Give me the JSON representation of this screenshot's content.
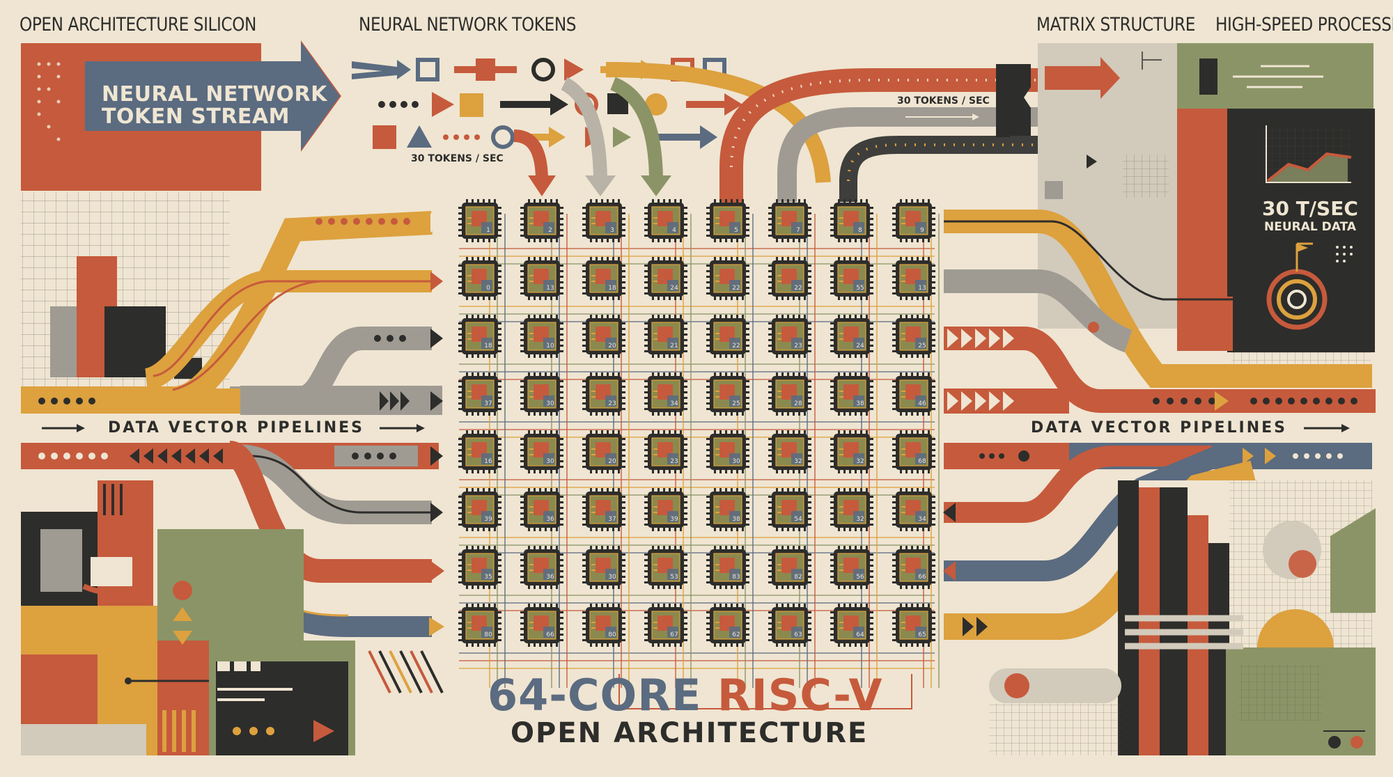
{
  "headers": {
    "left": "OPEN ARCHITECTURE SILICON",
    "tokens": "NEURAL NETWORK TOKENS",
    "matrix": "MATRIX STRUCTURE",
    "speed": "HIGH-SPEED PROCESSING"
  },
  "stream": {
    "line1": "NEURAL NETWORK",
    "line2": "TOKEN STREAM"
  },
  "rates": {
    "left": "30 TOKENS / SEC",
    "right": "30 TOKENS / SEC"
  },
  "panel": {
    "big": "30 T/SEC",
    "sub": "NEURAL DATA"
  },
  "pipelines": {
    "left": "DATA VECTOR PIPELINES",
    "right": "DATA VECTOR PIPELINES"
  },
  "title": {
    "part1": "64-CORE",
    "part2": "RISC-V",
    "line2": "OPEN ARCHITECTURE"
  },
  "cores": {
    "labels": [
      [
        "1",
        "2",
        "3",
        "4",
        "5",
        "7",
        "8",
        "9"
      ],
      [
        "0",
        "13",
        "18",
        "24",
        "22",
        "22",
        "55",
        "13"
      ],
      [
        "18",
        "10",
        "20",
        "21",
        "22",
        "23",
        "24",
        "25"
      ],
      [
        "37",
        "30",
        "23",
        "34",
        "25",
        "28",
        "38",
        "46"
      ],
      [
        "16",
        "30",
        "20",
        "23",
        "30",
        "32",
        "32",
        "68"
      ],
      [
        "39",
        "36",
        "37",
        "39",
        "38",
        "54",
        "32",
        "34"
      ],
      [
        "35",
        "36",
        "30",
        "53",
        "83",
        "82",
        "56",
        "66"
      ],
      [
        "80",
        "66",
        "80",
        "67",
        "62",
        "63",
        "64",
        "65"
      ]
    ]
  },
  "colors": {
    "background": "#efe5d2",
    "orange": "#c65a3c",
    "mustard": "#dda13e",
    "slate": "#5b6b80",
    "olive": "#8b9466",
    "grey": "#9f9b93",
    "dark": "#2d2d2b"
  }
}
